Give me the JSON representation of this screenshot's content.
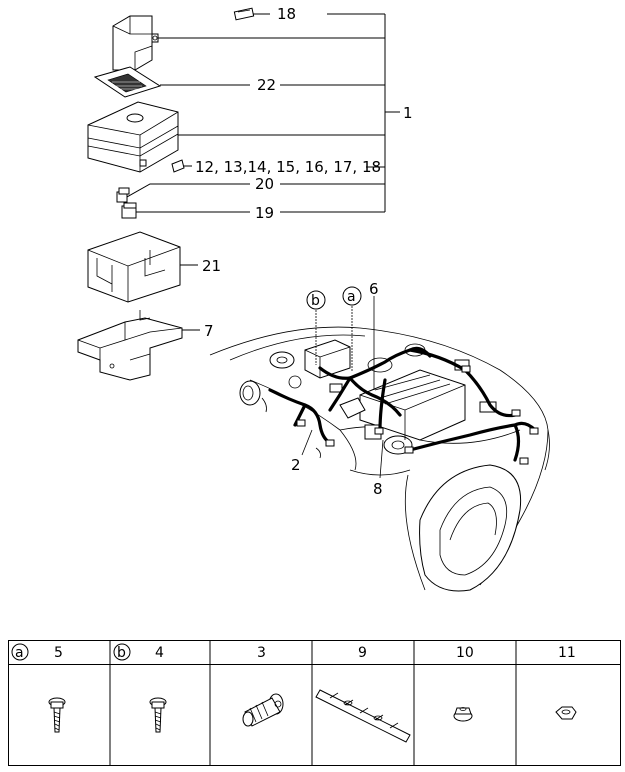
{
  "callouts": {
    "c18": "18",
    "c22": "22",
    "c1": "1",
    "c_fuses": "12, 13,14, 15, 16, 17, 18",
    "c20": "20",
    "c19": "19",
    "c21": "21",
    "c7": "7",
    "c6": "6",
    "c2": "2",
    "c8": "8"
  },
  "markers": {
    "a": "a",
    "b": "b"
  },
  "parts_table": {
    "headers": [
      {
        "marker": "a",
        "number": "5"
      },
      {
        "marker": "b",
        "number": "4"
      },
      {
        "marker": "",
        "number": "3"
      },
      {
        "marker": "",
        "number": "9"
      },
      {
        "marker": "",
        "number": "10"
      },
      {
        "marker": "",
        "number": "11"
      }
    ],
    "items": [
      "bolt-icon",
      "bolt-icon",
      "grommet-bolt-icon",
      "harness-clip-strip-icon",
      "flange-nut-icon",
      "hex-nut-icon"
    ]
  }
}
